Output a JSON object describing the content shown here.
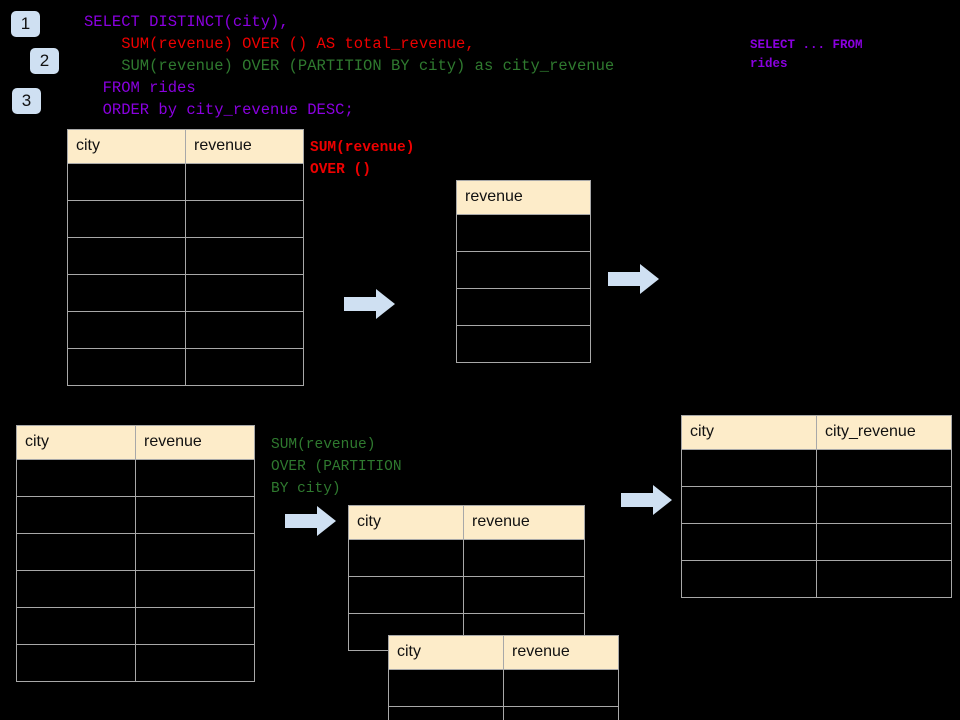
{
  "diagram": {
    "title": "SQL window function data-flow diagram",
    "background_color": "#000000",
    "header_fill": "#fdecc9",
    "grid_color": "#a8a8a8",
    "arrow_color": "#cfe0f2",
    "badge_fill": "#cfe0f2"
  },
  "badges": [
    {
      "label": "1"
    },
    {
      "label": "2"
    },
    {
      "label": "3"
    }
  ],
  "sql": {
    "lines": [
      {
        "text": "SELECT DISTINCT(city),",
        "color": "purple"
      },
      {
        "text": "    SUM(revenue) OVER () AS total_revenue,",
        "color": "red"
      },
      {
        "text": "    SUM(revenue) OVER (PARTITION BY city) as city_revenue",
        "color": "green"
      },
      {
        "text": "  FROM rides",
        "color": "purple"
      },
      {
        "text": "  ORDER by city_revenue DESC;",
        "color": "purple"
      }
    ]
  },
  "annotations": {
    "source_label": "SELECT ... FROM\nrides",
    "total_revenue_note": "SUM(revenue)\nOVER ()",
    "city_revenue_note": "SUM(revenue)\nOVER (PARTITION\nBY city)"
  },
  "tables": {
    "rides_top": {
      "name": "rides-source-table-top",
      "columns": [
        "city",
        "revenue"
      ],
      "row_count": 6,
      "rows": [
        [
          "",
          ""
        ],
        [
          "",
          ""
        ],
        [
          "",
          ""
        ],
        [
          "",
          ""
        ],
        [
          "",
          ""
        ],
        [
          "",
          ""
        ]
      ]
    },
    "total_revenue": {
      "name": "total-revenue-table",
      "columns": [
        "revenue"
      ],
      "row_count": 4,
      "rows": [
        [
          ""
        ],
        [
          ""
        ],
        [
          ""
        ],
        [
          ""
        ]
      ]
    },
    "rides_bottom": {
      "name": "rides-source-table-bottom",
      "columns": [
        "city",
        "revenue"
      ],
      "row_count": 6,
      "rows": [
        [
          "",
          ""
        ],
        [
          "",
          ""
        ],
        [
          "",
          ""
        ],
        [
          "",
          ""
        ],
        [
          "",
          ""
        ],
        [
          "",
          ""
        ]
      ]
    },
    "partition_back": {
      "name": "partition-group-table-back",
      "columns": [
        "city",
        "revenue"
      ],
      "row_count": 3,
      "rows": [
        [
          "",
          ""
        ],
        [
          "",
          ""
        ],
        [
          "",
          ""
        ]
      ]
    },
    "partition_front": {
      "name": "partition-group-table-front",
      "columns": [
        "city",
        "revenue"
      ],
      "row_count": 2,
      "rows": [
        [
          "",
          ""
        ],
        [
          "",
          ""
        ]
      ]
    },
    "result": {
      "name": "result-table",
      "columns": [
        "city",
        "city_revenue"
      ],
      "row_count": 4,
      "rows": [
        [
          "",
          ""
        ],
        [
          "",
          ""
        ],
        [
          "",
          ""
        ],
        [
          "",
          ""
        ]
      ]
    }
  },
  "arrows": [
    {
      "name": "arrow-rides-to-total-revenue"
    },
    {
      "name": "arrow-total-revenue-to-result"
    },
    {
      "name": "arrow-rides-to-partition"
    },
    {
      "name": "arrow-partition-to-result"
    }
  ]
}
